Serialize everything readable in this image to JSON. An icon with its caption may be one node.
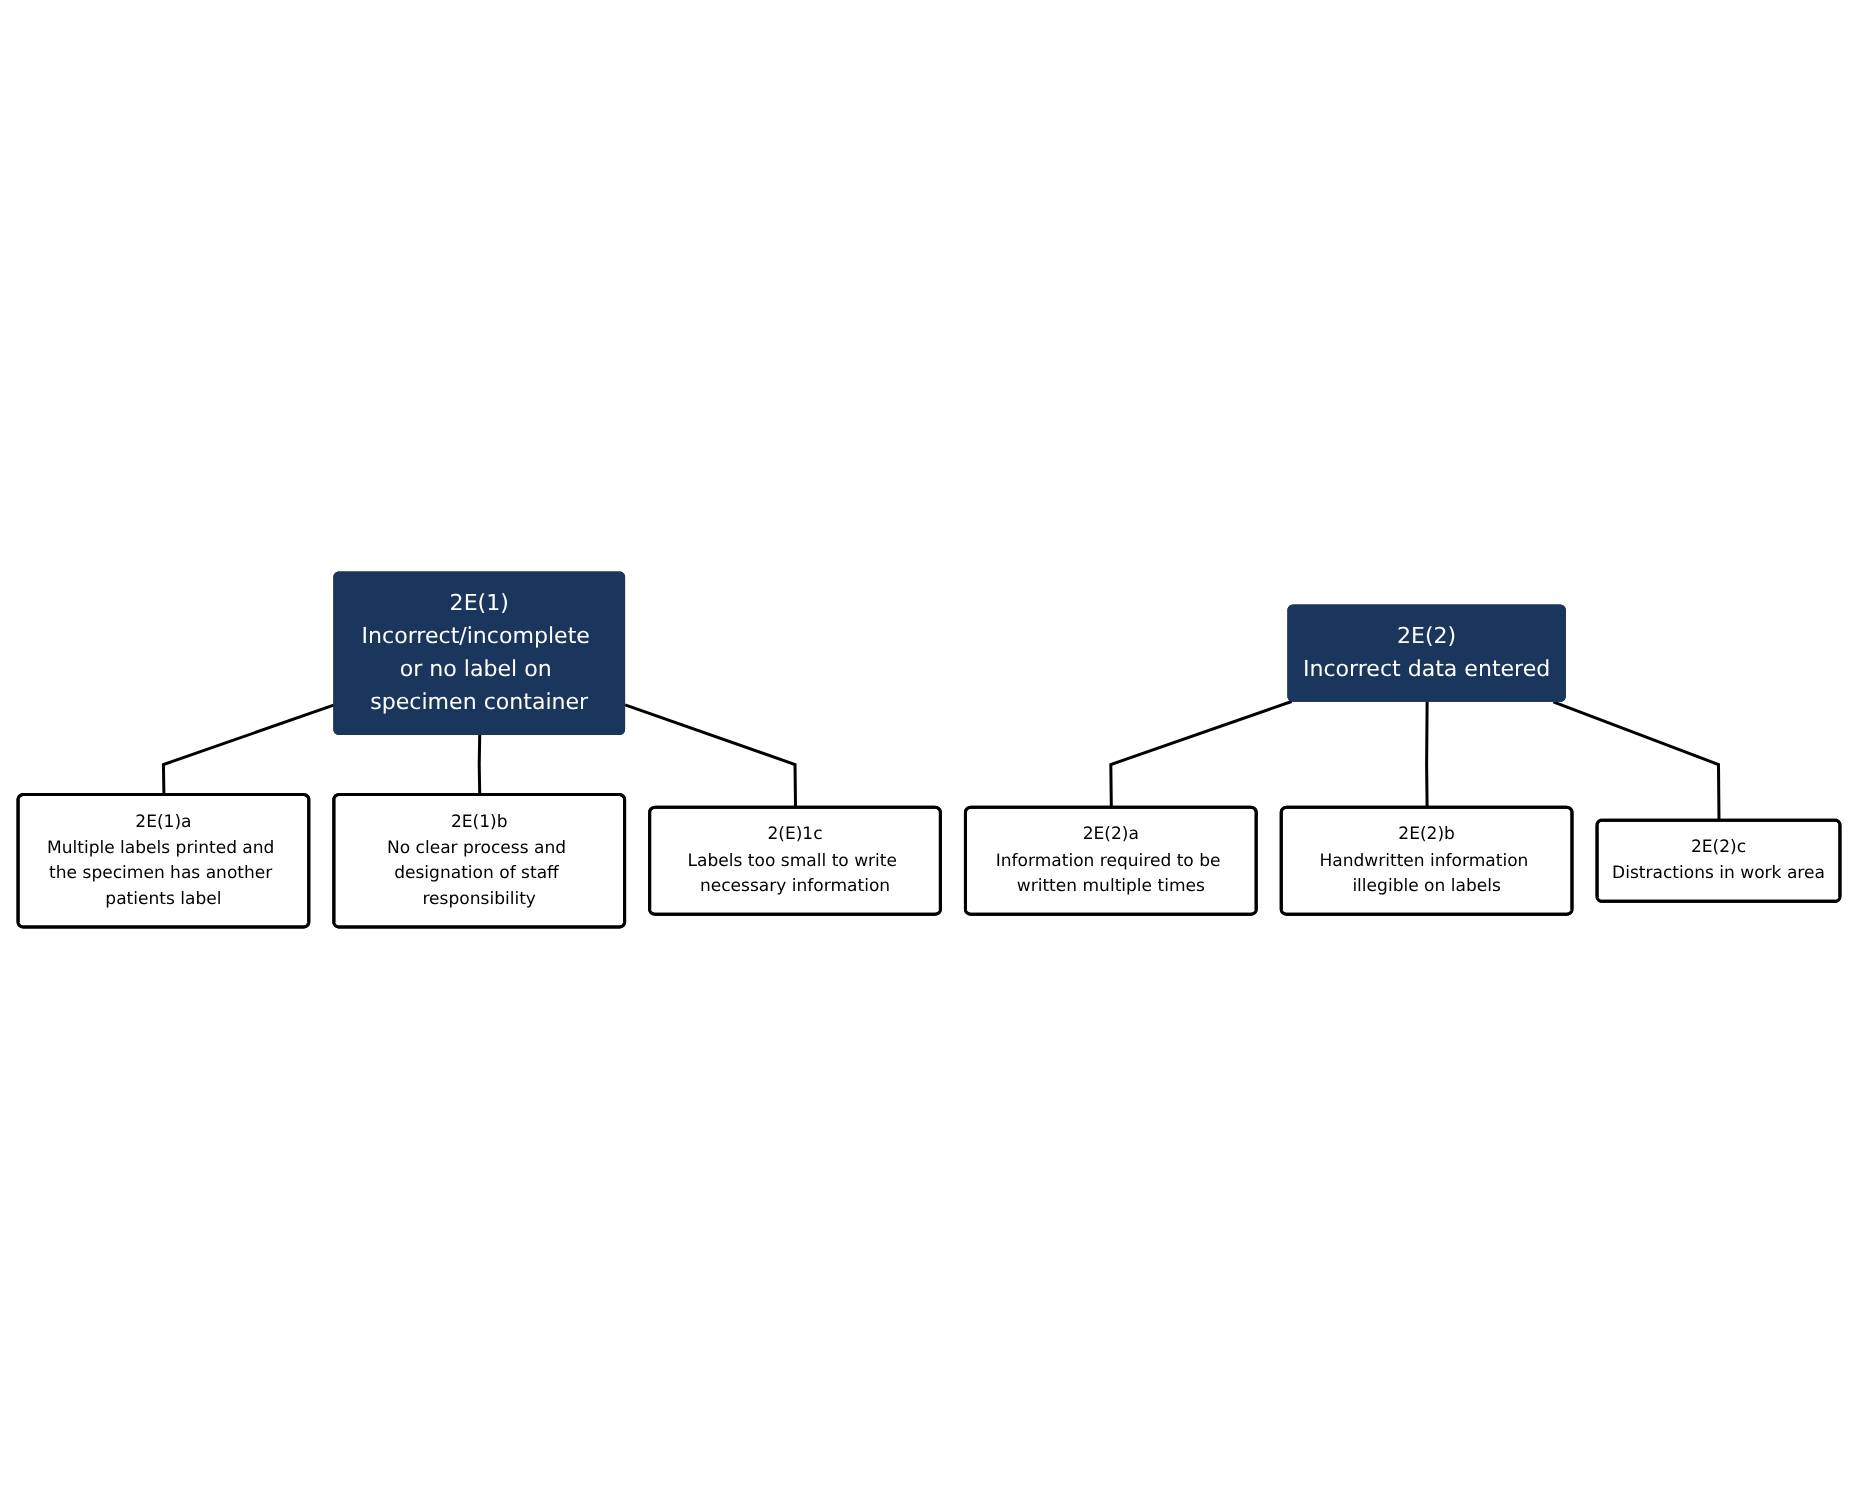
{
  "diagram": {
    "nodes": [
      {
        "text": [
          "2E(1)",
          "Incorrect/incomplete or no label on specimen container"
        ]
      },
      {
        "text": [
          "2E(1)a",
          "Multiple labels printed and the specimen has another patients label"
        ]
      },
      {
        "text": [
          "2E(1)b",
          "No clear process and designation of staff responsibility"
        ]
      },
      {
        "text": [
          "2(E)1c",
          "Labels too small to write necessary information"
        ]
      },
      {
        "text": [
          "2E(2)",
          "Incorrect data entered"
        ]
      },
      {
        "text": [
          "2E(2)a",
          "Information required to be written multiple times"
        ]
      },
      {
        "text": [
          "2E(2)b",
          "Handwritten information illegible on labels"
        ]
      },
      {
        "text": [
          "2E(2)c",
          "Distractions in work area"
        ]
      }
    ],
    "edges": [
      {
        "from": 0,
        "to": 1,
        "arrow": "none"
      },
      {
        "from": 0,
        "to": 2,
        "arrow": "none"
      },
      {
        "from": 0,
        "to": 3,
        "arrow": "none"
      },
      {
        "from": 4,
        "to": 5,
        "arrow": "none"
      },
      {
        "from": 4,
        "to": 6,
        "arrow": "none"
      },
      {
        "from": 4,
        "to": 7,
        "arrow": "none"
      }
    ]
  }
}
